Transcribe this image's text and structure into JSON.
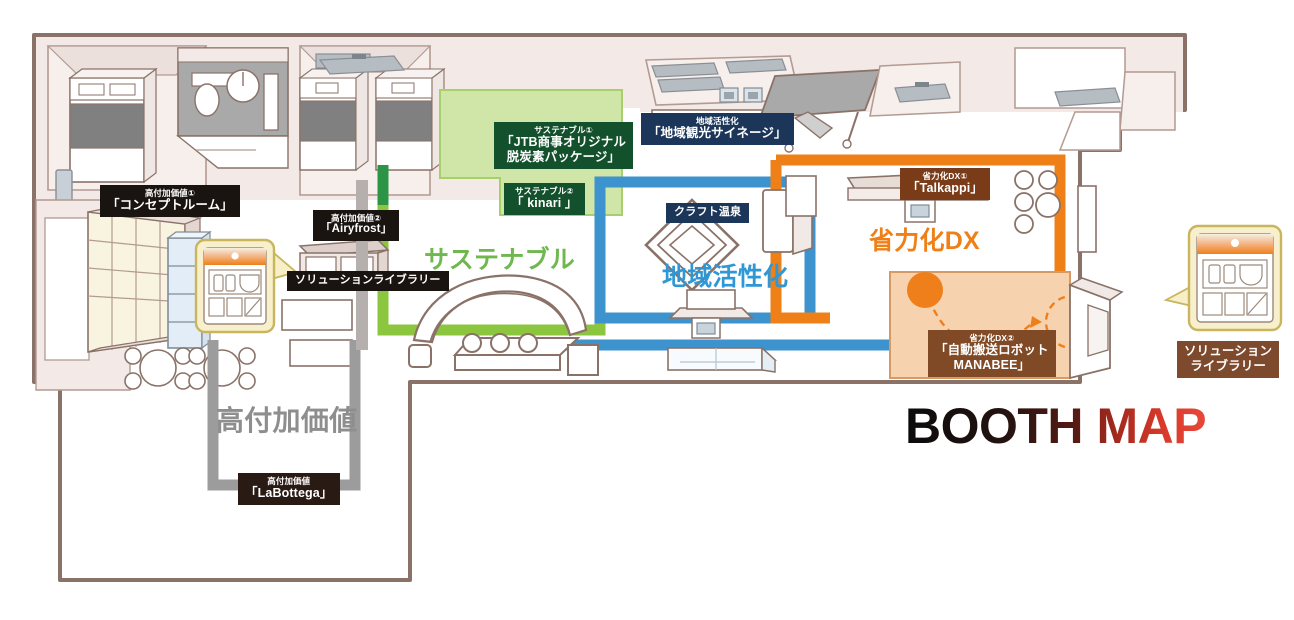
{
  "title": {
    "word1": "BOOTH",
    "word2": "MAP"
  },
  "zones": [
    {
      "id": "sustainable",
      "label": "サステナブル",
      "color": "#6fb84f",
      "border": "#8cc63f"
    },
    {
      "id": "regional",
      "label": "地域活性化",
      "color": "#2e97d4",
      "border": "#3c93cd"
    },
    {
      "id": "labor_dx",
      "label": "省力化DX",
      "color": "#ef8018",
      "border": "#ef8018"
    },
    {
      "id": "high_value",
      "label": "高付加価値",
      "color": "#8e8e8e",
      "border": "#9c9c9c"
    }
  ],
  "labels": {
    "concept_room": {
      "sub": "高付加価値①",
      "main": "「コンセプトルーム」"
    },
    "airyfrost": {
      "sub": "高付加価値②",
      "main": "「Airyfrost」"
    },
    "solution_library_left": {
      "text": "ソリューションライブラリー"
    },
    "sustainable_1": {
      "sub": "サステナブル①",
      "main": "「JTB商事オリジナル",
      "main2": "脱炭素パッケージ」"
    },
    "sustainable_2": {
      "sub": "サステナブル②",
      "main": "「 kinari 」"
    },
    "regional_signage": {
      "sub": "地域活性化",
      "main": "「地域観光サイネージ」"
    },
    "craft_onsen": {
      "text": "クラフト温泉"
    },
    "talkappi": {
      "sub": "省力化DX①",
      "main": "「Talkappi」"
    },
    "manabee": {
      "sub": "省力化DX②",
      "main": "「自動搬送ロボット",
      "main2": "MANABEE」"
    },
    "labottega": {
      "sub": "高付加価値",
      "main": "「LaBottega」"
    },
    "solution_library_right": {
      "line1": "ソリューション",
      "line2": "ライブラリー"
    }
  },
  "palette": {
    "wall_outline": "#8a7268",
    "room_fill": "#f3e9e6",
    "floor_white": "#ffffff",
    "furniture_gray": "#808080",
    "zone_sustain_fill": "#cfe6a8",
    "zone_dx_fill": "#f6d3ae",
    "robot_orange": "#ef7f1a",
    "device_screen_orange": "#f07c1c"
  }
}
